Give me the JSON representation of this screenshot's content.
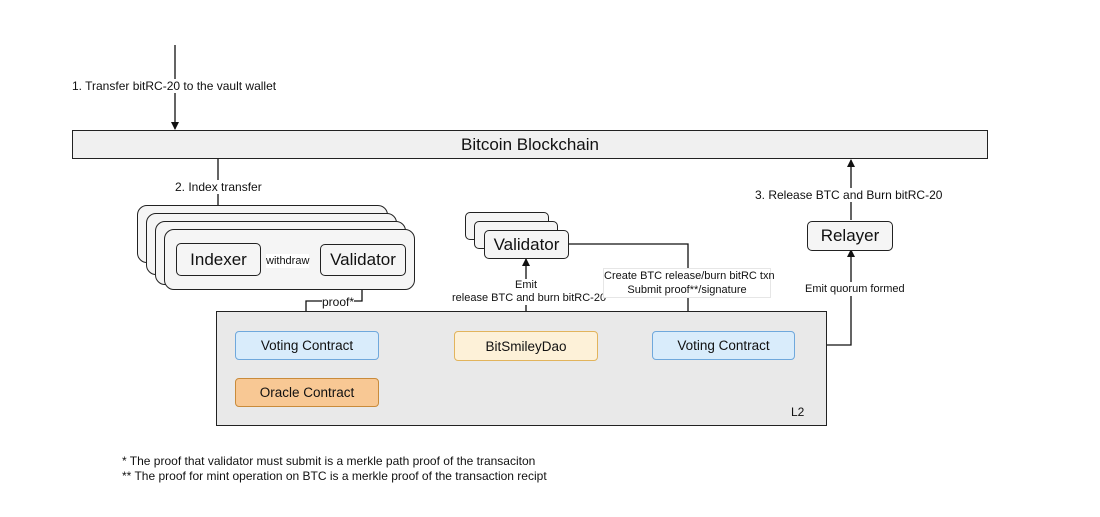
{
  "labels": {
    "step1": "1. Transfer bitRC-20 to the vault wallet",
    "step2": "2. Index transfer",
    "step3": "3. Release BTC and Burn bitRC-20",
    "withdraw": "withdraw",
    "proof": "proof*",
    "emit_line1": "Emit",
    "emit_line2": "release BTC and burn bitRC-20",
    "create_line1": "Create BTC release/burn bitRC txn",
    "create_line2": "Submit proof**/signature",
    "quorum": "Emit quorum formed",
    "l2": "L2"
  },
  "nodes": {
    "bitcoin_blockchain": "Bitcoin Blockchain",
    "indexer": "Indexer",
    "validator_left": "Validator",
    "validator_top": "Validator",
    "relayer": "Relayer",
    "voting_contract_left": "Voting Contract",
    "oracle_contract": "Oracle Contract",
    "bitsmileydao": "BitSmileyDao",
    "voting_contract_right": "Voting Contract"
  },
  "footnotes": [
    "*  The proof that validator must submit is a merkle path proof of the transaciton",
    "** The proof for mint operation on BTC is a merkle proof of the transaction recipt"
  ],
  "colors": {
    "voting_contract": "#d9ecfb",
    "oracle_contract": "#f8c894",
    "bitsmileydao": "#fdf1d8",
    "l2_region": "#e9e9e9"
  }
}
